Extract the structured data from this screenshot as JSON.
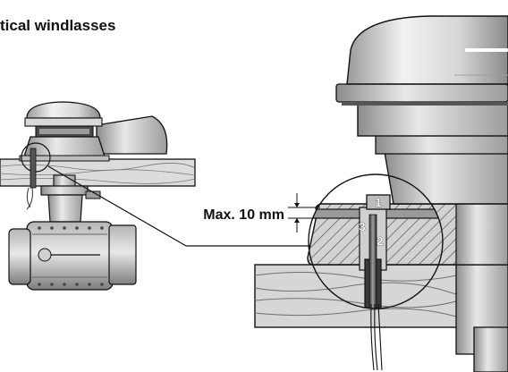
{
  "heading": "tical windlasses",
  "dimension_label": "Max. 10 mm",
  "part_numbers": [
    "1",
    "2",
    "3"
  ],
  "colors": {
    "outline": "#111111",
    "body_light": "#e4e4e4",
    "body_mid": "#c8c8c8",
    "body_dark": "#8f8f8f",
    "wood": "#d9d9d9"
  }
}
